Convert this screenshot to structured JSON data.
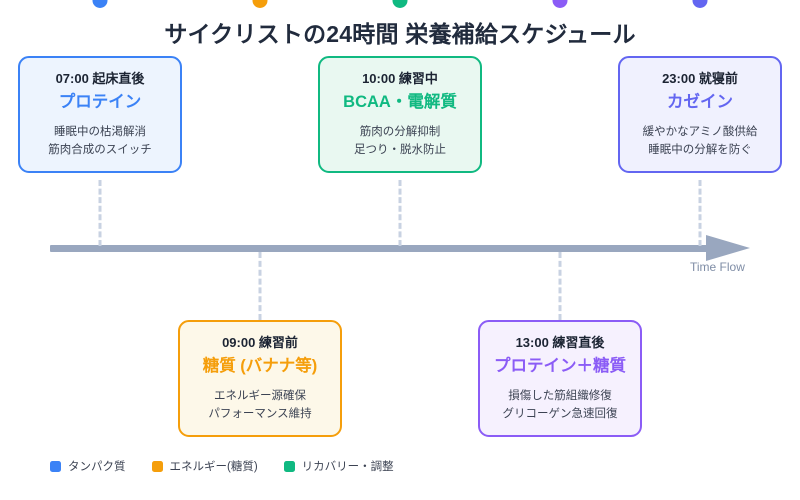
{
  "page": {
    "title": "サイクリストの24時間 栄養補給スケジュール",
    "background": "#ffffff"
  },
  "axis": {
    "label": "Time Flow",
    "color": "#99a7bf",
    "arrow_icon": "arrow-right-icon"
  },
  "palette": {
    "protein_blue": "#3b82f6",
    "carb_orange": "#f59e0b",
    "recovery_green": "#10b981",
    "post_purple": "#8b5cf6",
    "casein_indigo": "#6366f1",
    "connector": "#c8d2e2",
    "title_text": "#212b3d"
  },
  "events": [
    {
      "id": "wakeup",
      "time": "07:00 起床直後",
      "nutrient": "プロテイン",
      "desc_line1": "睡眠中の枯渇解消",
      "desc_line2": "筋肉合成のスイッチ",
      "color": "#3b82f6",
      "bg": "#edf4fe",
      "position": "above",
      "dot_color": "#3b82f6"
    },
    {
      "id": "pre-training",
      "time": "09:00 練習前",
      "nutrient": "糖質 (バナナ等)",
      "desc_line1": "エネルギー源確保",
      "desc_line2": "パフォーマンス維持",
      "color": "#f59e0b",
      "bg": "#fdf8e9",
      "position": "below",
      "dot_color": "#f59e0b"
    },
    {
      "id": "during-training",
      "time": "10:00 練習中",
      "nutrient": "BCAA・電解質",
      "desc_line1": "筋肉の分解抑制",
      "desc_line2": "足つり・脱水防止",
      "color": "#10b981",
      "bg": "#e9f8f1",
      "position": "above",
      "dot_color": "#10b981"
    },
    {
      "id": "post-training",
      "time": "13:00 練習直後",
      "nutrient": "プロテイン＋糖質",
      "desc_line1": "損傷した筋組織修復",
      "desc_line2": "グリコーゲン急速回復",
      "color": "#8b5cf6",
      "bg": "#f6f1fe",
      "position": "below",
      "dot_color": "#8b5cf6"
    },
    {
      "id": "bedtime",
      "time": "23:00 就寝前",
      "nutrient": "カゼイン",
      "desc_line1": "緩やかなアミノ酸供給",
      "desc_line2": "睡眠中の分解を防ぐ",
      "color": "#6366f1",
      "bg": "#f0f1fe",
      "position": "above",
      "dot_color": "#6366f1"
    }
  ],
  "legend": [
    {
      "label": "タンパク質",
      "color": "#3b82f6"
    },
    {
      "label": "エネルギー(糖質)",
      "color": "#f59e0b"
    },
    {
      "label": "リカバリー・調整",
      "color": "#10b981"
    }
  ]
}
